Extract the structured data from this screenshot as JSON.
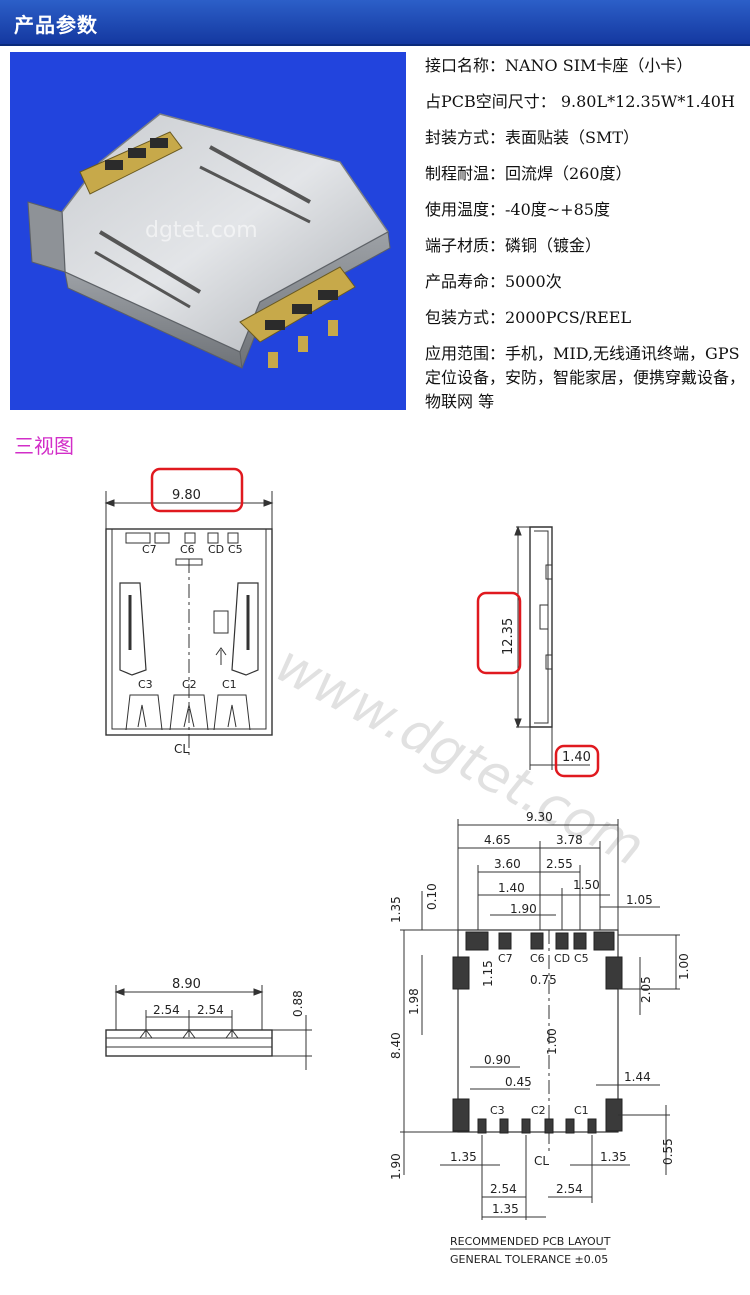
{
  "header": {
    "title": "产品参数"
  },
  "photo": {
    "watermark": "dgtet.com"
  },
  "specs": [
    "接口名称：NANO SIM卡座（小卡）",
    "占PCB空间尺寸： 9.80L*12.35W*1.40H",
    "封装方式：表面贴装（SMT）",
    "制程耐温：回流焊（260度）",
    "使用温度：-40度~+85度",
    "端子材质：磷铜（镀金）",
    "产品寿命：5000次",
    "包装方式：2000PCS/REEL",
    "应用范围：手机，MID,无线通讯终端，GPS定位设备，安防，智能家居，便携穿戴设备，物联网 等"
  ],
  "views": {
    "title": "三视图",
    "top_view": {
      "width": "9.80",
      "pins_top": [
        "C7",
        "C6",
        "CD",
        "C5"
      ],
      "pins_bottom": [
        "C3",
        "C2",
        "C1"
      ],
      "centerline": "CL"
    },
    "side_view": {
      "length": "12.35",
      "thickness": "1.40"
    },
    "front_view": {
      "width": "8.90",
      "pitch_left": "2.54",
      "pitch_right": "2.54",
      "height": "0.88"
    },
    "pcb_layout": {
      "total_width": "9.30",
      "dims_top": [
        "4.65",
        "3.78",
        "3.60",
        "2.55",
        "1.40",
        "1.50",
        "1.90",
        "1.05"
      ],
      "dims_left": [
        "1.35",
        "0.10",
        "1.98",
        "8.40",
        "1.90"
      ],
      "dims_inner": [
        "1.15",
        "0.75",
        "1.00",
        "0.90",
        "0.45"
      ],
      "dims_right": [
        "1.00",
        "2.05",
        "1.44",
        "0.55"
      ],
      "dims_bottom": [
        "1.35",
        "1.35",
        "2.54",
        "2.54",
        "1.35"
      ],
      "pins_top": [
        "C7",
        "C6",
        "CD",
        "C5"
      ],
      "pins_bottom": [
        "C3",
        "C2",
        "C1"
      ],
      "centerline": "CL",
      "caption_1": "RECOMMENDED PCB LAYOUT",
      "caption_2": "GENERAL TOLERANCE ±0.05"
    },
    "watermark": "www.dgtet.com"
  },
  "colors": {
    "header_blue": "#1b46b8",
    "photo_blue": "#2244dd",
    "section_magenta": "#d22ec8",
    "highlight_red": "#e0191f"
  }
}
